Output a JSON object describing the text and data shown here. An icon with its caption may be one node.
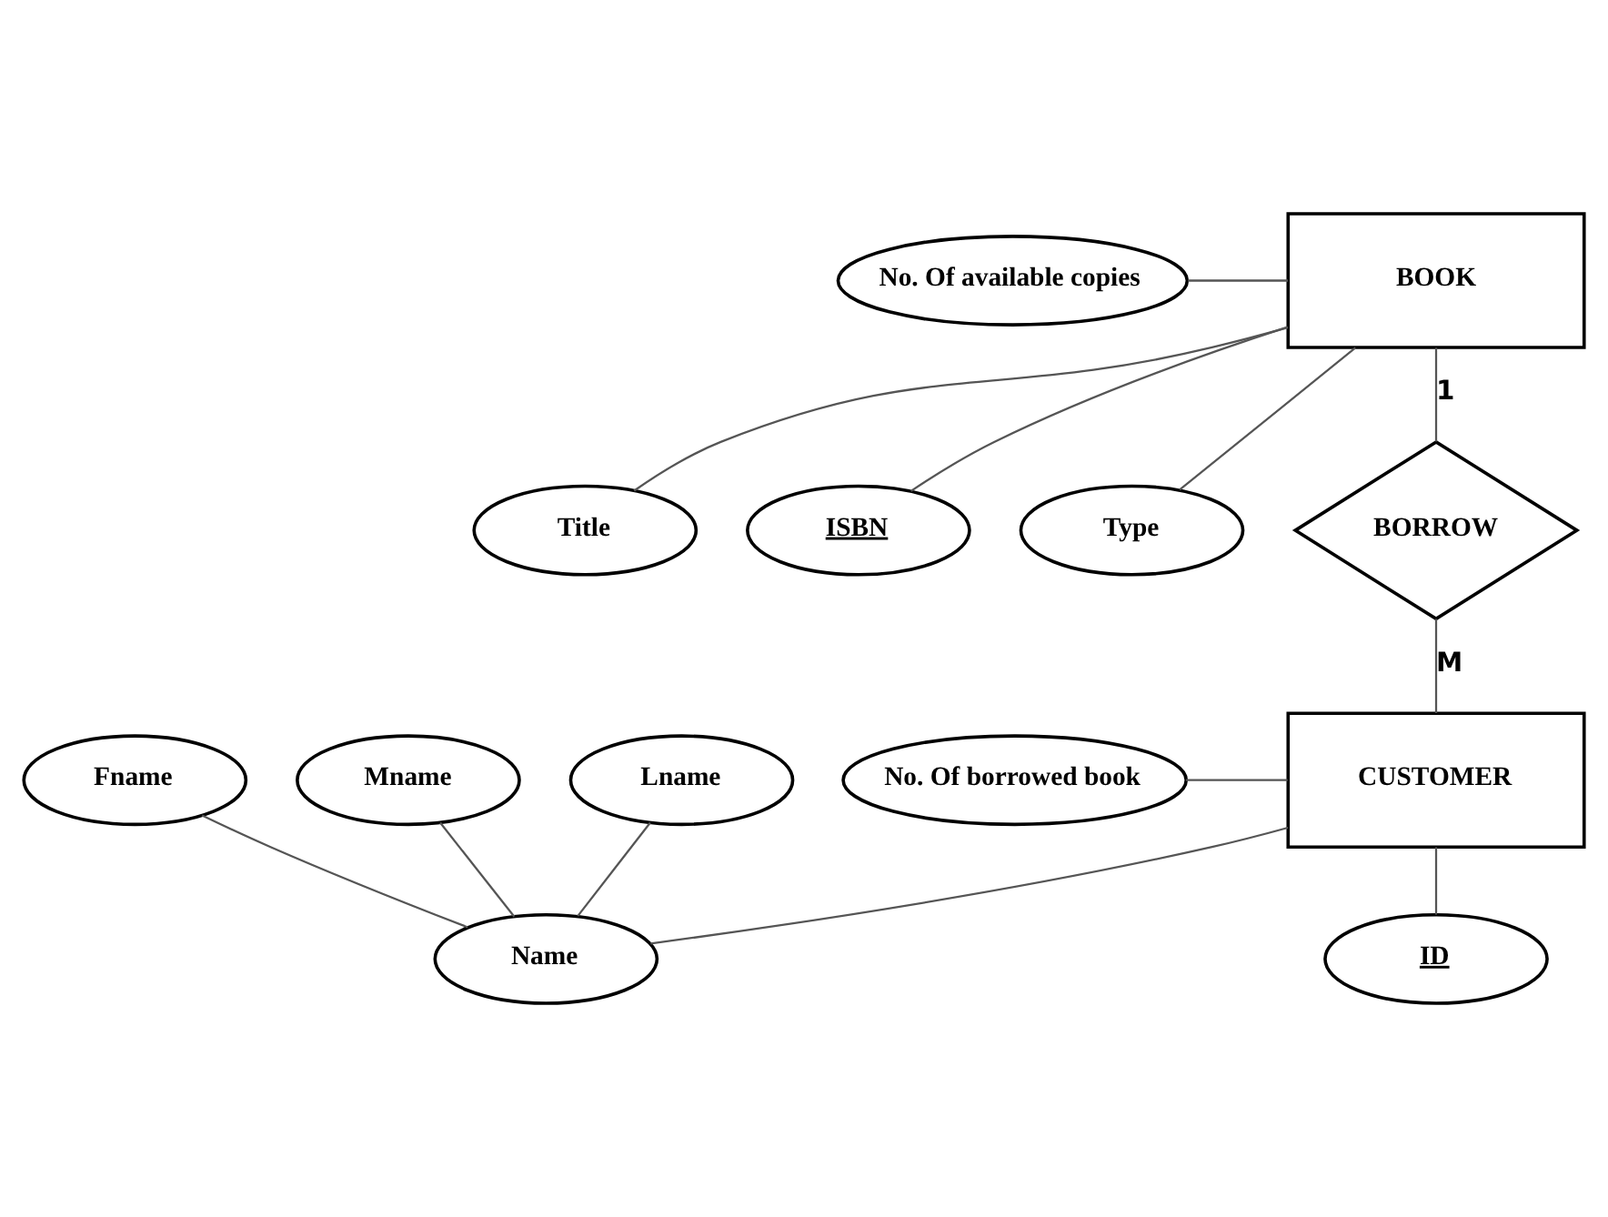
{
  "diagram": {
    "nodes": [
      {
        "text": [
          "BOOK"
        ]
      },
      {
        "text": [
          "No. Of available copies"
        ]
      },
      {
        "text": [
          "Title"
        ]
      },
      {
        "text": [
          "ISBN"
        ]
      },
      {
        "text": [
          "Type"
        ]
      },
      {
        "text": [
          "BORROW"
        ]
      },
      {
        "text": [
          "Fname"
        ]
      },
      {
        "text": [
          "Mname"
        ]
      },
      {
        "text": [
          "Lname"
        ]
      },
      {
        "text": [
          "No. Of borrowed book"
        ]
      },
      {
        "text": [
          "CUSTOMER"
        ]
      },
      {
        "text": [
          "Name"
        ]
      },
      {
        "text": [
          "ID"
        ]
      }
    ],
    "edges": [
      {
        "from": 1,
        "to": 0,
        "arrow": "none"
      },
      {
        "from": 0,
        "to": 2,
        "arrow": "none"
      },
      {
        "from": 0,
        "to": 3,
        "arrow": "none"
      },
      {
        "from": 0,
        "to": 4,
        "arrow": "none"
      },
      {
        "from": 0,
        "to": 5,
        "arrow": "none",
        "label": "1"
      },
      {
        "from": 5,
        "to": 10,
        "arrow": "none",
        "label": "M"
      },
      {
        "from": 9,
        "to": 10,
        "arrow": "none"
      },
      {
        "from": 10,
        "to": 11,
        "arrow": "none"
      },
      {
        "from": 10,
        "to": 12,
        "arrow": "none"
      },
      {
        "from": 6,
        "to": 11,
        "arrow": "none"
      },
      {
        "from": 7,
        "to": 11,
        "arrow": "none"
      },
      {
        "from": 8,
        "to": 11,
        "arrow": "none"
      }
    ]
  }
}
